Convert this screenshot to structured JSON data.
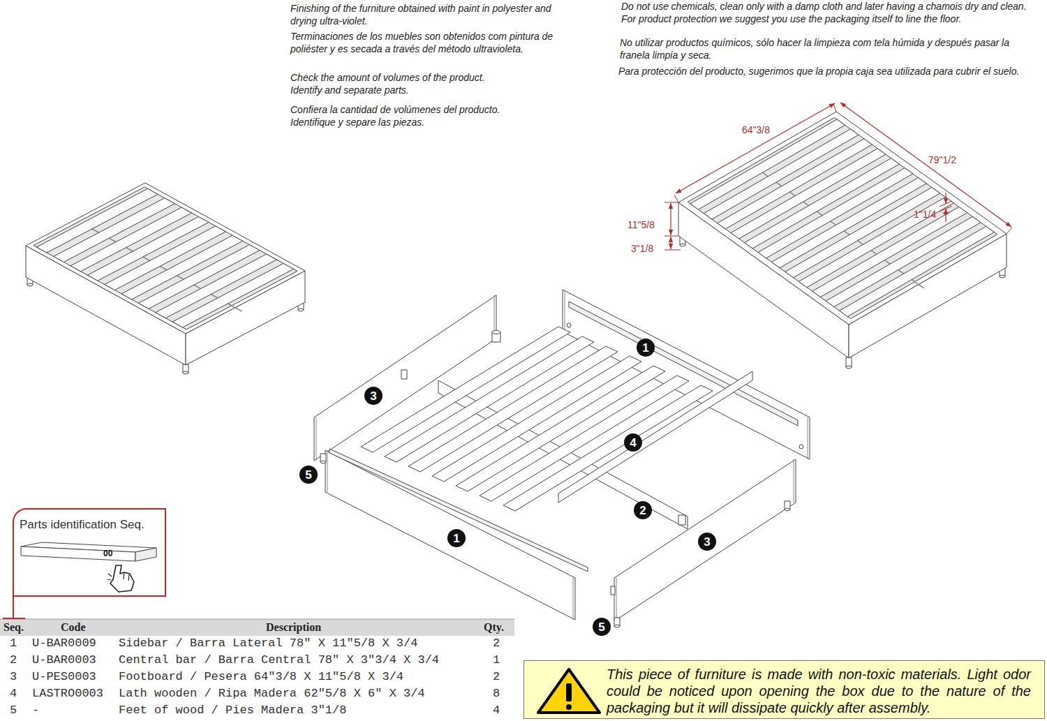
{
  "diagram": {
    "nodes": [
      {
        "text": [
          "1"
        ]
      },
      {
        "text": [
          "3"
        ]
      },
      {
        "text": [
          "4"
        ]
      },
      {
        "text": [
          "5"
        ]
      },
      {
        "text": [
          "2"
        ]
      },
      {
        "text": [
          "1"
        ]
      },
      {
        "text": [
          "3"
        ]
      },
      {
        "text": [
          "5"
        ]
      },
      {
        "text": [
          "Parts identification Seq.",
          "00"
        ]
      },
      {
        "text": [
          "This piece of furniture is made with non-toxic materials. Light odor could be noticed upon opening the box due to the nature of the packaging but it will dissipate quickly after assembly."
        ]
      }
    ],
    "labels": [
      "Finishing of the furniture obtained with paint in polyester and drying ultra-violet.",
      "Terminaciones de los muebles son obtenidos com pintura de poliéster y es secada a través del método ultravioleta.",
      "Check the amount of volumes of the product. Identify and separate parts.",
      "Confiera la cantidad de volúmenes del producto. Identifique y separe las piezas.",
      "Do not use chemicals, clean only with a damp cloth and later having a chamois dry and clean. For product protection we suggest you use the packaging itself to line the floor.",
      "No utilizar productos químicos, sólo hacer la limpieza com tela húmida y después pasar la franela limpia y seca.",
      "Para protección del producto, sugerimos que la propia caja sea utilizada para cubrir el suelo.",
      "64\"3/8",
      "79\"1/2",
      "11\"5/8",
      "3\"1/8",
      "1\"1/4",
      "Seq.",
      "Code",
      "Description",
      "Qty.",
      "1",
      "U-BAR0009",
      "Sidebar / Barra Lateral 78\" X 11\"5/8 X 3/4",
      "2",
      "2",
      "U-BAR0003",
      "Central bar / Barra Central 78\" X 3\"3/4 X 3/4",
      "1",
      "3",
      "U-PES0003",
      "Footboard / Pesera 64\"3/8 X 11\"5/8 X 3/4",
      "2",
      "4",
      "LASTRO0003",
      "Lath wooden / Ripa Madera 62\"5/8 X 6\" X 3/4",
      "8",
      "5",
      "-",
      "Feet of wood / Pies Madera 3\"1/8",
      "4"
    ]
  }
}
